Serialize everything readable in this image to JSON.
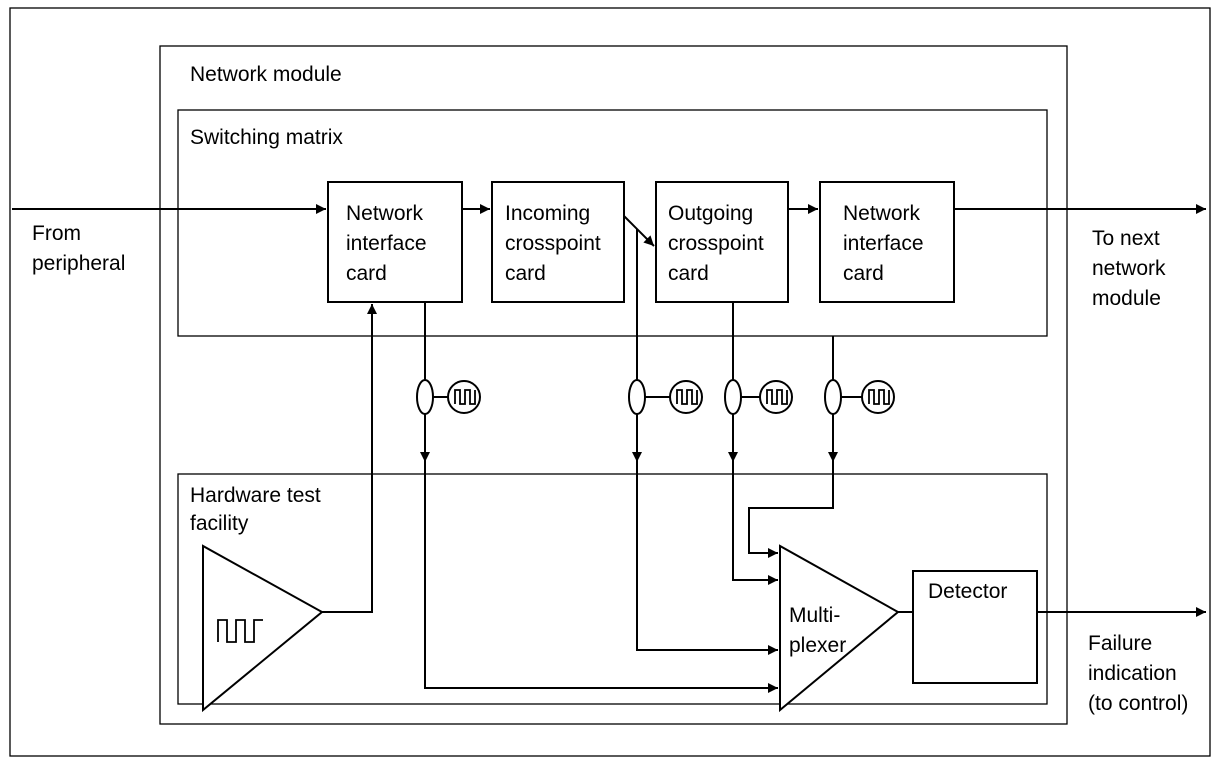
{
  "labels": {
    "network_module": "Network module",
    "switching_matrix": "Switching matrix",
    "hardware_test_facility": [
      "Hardware test",
      "facility"
    ],
    "from_peripheral": [
      "From",
      "peripheral"
    ],
    "to_next_network_module": [
      "To next",
      "network",
      "module"
    ],
    "failure_indication": [
      "Failure",
      "indication",
      "(to control)"
    ]
  },
  "cards": [
    {
      "id": "network-interface-card-in",
      "lines": [
        "Network",
        "interface",
        "card"
      ]
    },
    {
      "id": "incoming-crosspoint-card",
      "lines": [
        "Incoming",
        "crosspoint",
        "card"
      ]
    },
    {
      "id": "outgoing-crosspoint-card",
      "lines": [
        "Outgoing",
        "crosspoint",
        "card"
      ]
    },
    {
      "id": "network-interface-card-out",
      "lines": [
        "Network",
        "interface",
        "card"
      ]
    }
  ],
  "multiplexer": [
    "Multi-",
    "plexer"
  ],
  "detector": "Detector",
  "icons": {
    "test_pattern_generator": "square-wave-generator-icon",
    "signal_probe": "square-wave-detector-icon",
    "coupler": "coupler-icon"
  }
}
